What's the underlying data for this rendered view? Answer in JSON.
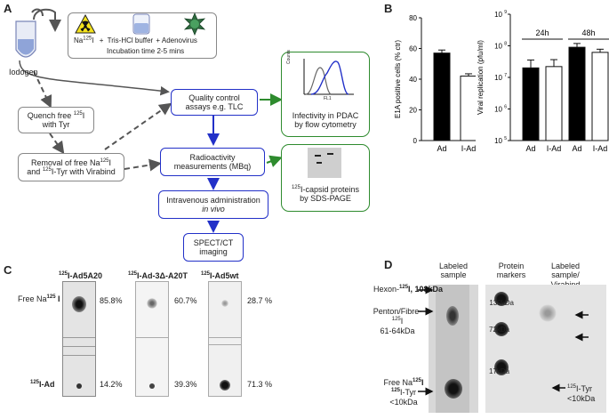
{
  "panelA": {
    "letter": "A",
    "iodogen": "Iodogen",
    "reagents": {
      "na_prefix": "Na",
      "na_sup": "125",
      "na_suffix": "I",
      "plus1": "+",
      "tris": "Tris-HCl buffer",
      "plus2": "+",
      "adeno": "Adenovirus"
    },
    "incubation": "Incubation time 2-5 mins",
    "quench_line1": "Quench free ",
    "quench_sup": "125",
    "quench_line1_end": "I",
    "quench_line2": "with Tyr",
    "removal_line1_a": "Removal of free Na",
    "removal_sup1": "125",
    "removal_line1_b": "I",
    "removal_line2_a": "and ",
    "removal_sup2": "125",
    "removal_line2_b": "I-Tyr with Virabind",
    "qc_line1": "Quality control",
    "qc_line2": "assays e.g. TLC",
    "radio_line1": "Radioactivity",
    "radio_line2": "measurements (MBq)",
    "iv_line1": "Intravenous administration",
    "iv_line2": "in vivo",
    "spect_line1": "SPECT/CT",
    "spect_line2": "imaging",
    "infect_line1": "Infectivity in PDAC",
    "infect_line2": "by flow cytometry",
    "flow_ylabel": "Counts",
    "flow_xlabel": "FL1",
    "capsid_sup": "125",
    "capsid_line1": "I-capsid proteins",
    "capsid_line2": "by SDS-PAGE"
  },
  "panelB": {
    "letter": "B",
    "chart_data": [
      {
        "type": "bar",
        "ylabel": "E1A positive cells (% ctr)",
        "categories": [
          "Ad",
          "I-Ad"
        ],
        "values": [
          57,
          42
        ],
        "errors": [
          2,
          1.5
        ],
        "fills": [
          "#000000",
          "#ffffff"
        ],
        "ylim": [
          0,
          80
        ],
        "yticks": [
          "0",
          "20",
          "40",
          "60",
          "80"
        ]
      },
      {
        "type": "bar",
        "ylabel": "Viral replication (pfu/ml)",
        "yscale": "log",
        "categories": [
          "Ad",
          "I-Ad",
          "Ad",
          "I-Ad"
        ],
        "values": [
          20000000,
          22000000,
          90000000,
          62000000
        ],
        "errors_log": [
          0.25,
          0.22,
          0.12,
          0.1
        ],
        "fills": [
          "#000000",
          "#ffffff",
          "#000000",
          "#ffffff"
        ],
        "ylim": [
          100000,
          1000000000
        ],
        "yticks": [
          "10",
          "10",
          "10",
          "10",
          "10"
        ],
        "ytick_exponents": [
          "5",
          "6",
          "7",
          "8",
          "9"
        ],
        "group_labels": [
          "24h",
          "48h"
        ]
      }
    ]
  },
  "panelC": {
    "letter": "C",
    "free_label_a": "Free Na",
    "free_label_sup": "125",
    "free_label_b": " I",
    "iad_sup": "125",
    "iad_label": "I-Ad",
    "lanes": [
      {
        "header_sup": "125",
        "header": "I-Ad5A20",
        "top_pct": "85.8%",
        "bottom_pct": "14.2%"
      },
      {
        "header_sup": "125",
        "header": "I-Ad-3Δ-A20T",
        "top_pct": "60.7%",
        "bottom_pct": "39.3%"
      },
      {
        "header_sup": "125",
        "header": "I-Ad5wt",
        "top_pct": "28.7 %",
        "bottom_pct": "71.3 %"
      }
    ]
  },
  "panelD": {
    "letter": "D",
    "col1_line1": "Labeled",
    "col1_line2": "sample",
    "col2_line1": "Protein",
    "col2_line2": "markers",
    "col3_line1": "Labeled",
    "col3_line2": "sample/",
    "col3_line3": "Virabind",
    "hexon_a": "Hexon-",
    "hexon_sup": "125",
    "hexon_b": "I, 108kDa",
    "penton_a": "Penton/Fibre-",
    "penton_sup": "125",
    "penton_b": "I",
    "penton_line2": "61-64kDa",
    "free_a": "Free Na",
    "free_sup": "125",
    "free_b": "I",
    "tyr_sup": "125",
    "tyr_b": "I-Tyr",
    "tyr_line2": "<10kDa",
    "right_tyr_sup": "125",
    "right_tyr_b": "I-Tyr",
    "right_tyr_line2": "<10kDa",
    "markers": [
      "130kDa",
      "72kDa",
      "17kDa"
    ]
  }
}
